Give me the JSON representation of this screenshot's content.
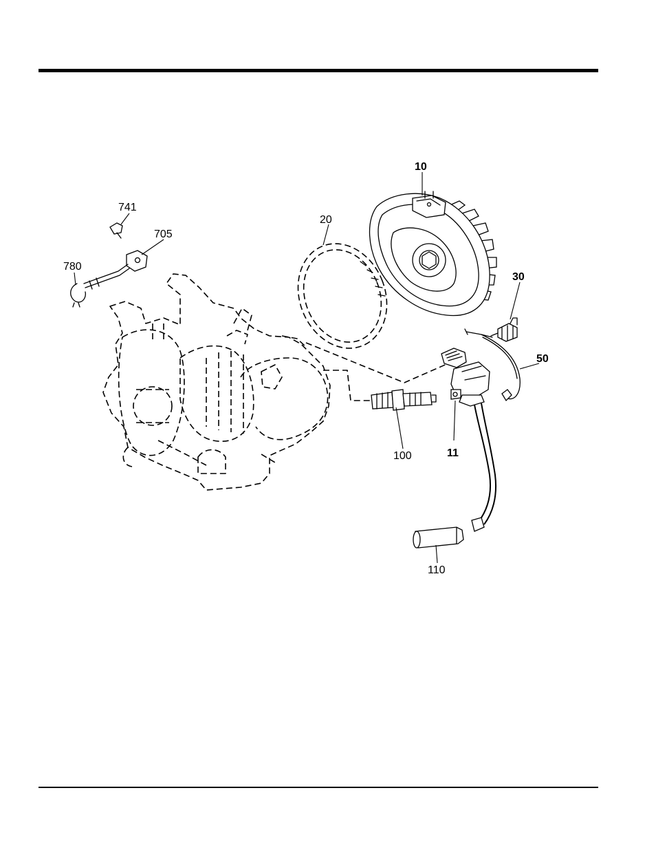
{
  "callouts": {
    "c10": "10",
    "c20": "20",
    "c30": "30",
    "c50": "50",
    "c11": "11",
    "c100": "100",
    "c110": "110",
    "c741": "741",
    "c705": "705",
    "c780": "780"
  }
}
